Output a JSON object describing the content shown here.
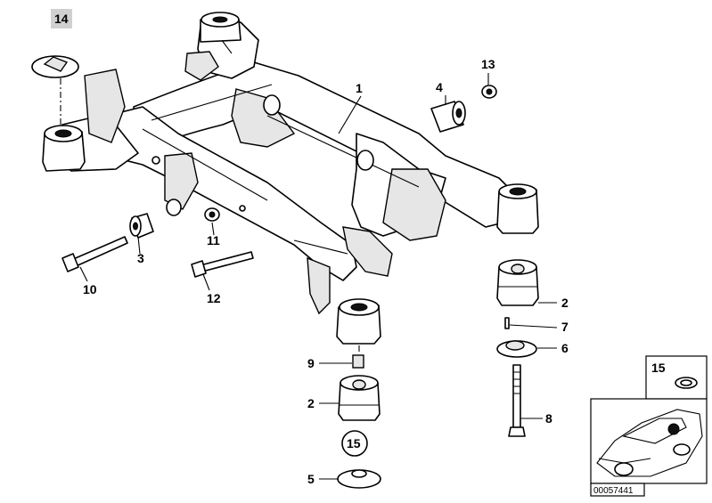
{
  "labels": {
    "p1": "1",
    "p2a": "2",
    "p2b": "2",
    "p3": "3",
    "p4": "4",
    "p5": "5",
    "p6": "6",
    "p7": "7",
    "p8": "8",
    "p9": "9",
    "p10": "10",
    "p11": "11",
    "p12": "12",
    "p13": "13",
    "p14": "14",
    "p15_circle": "15",
    "p15_inset": "15"
  },
  "diagram_id": "00057441",
  "colors": {
    "line": "#000000",
    "highlight_box": "#d0d0d0",
    "fill": "#ffffff"
  }
}
